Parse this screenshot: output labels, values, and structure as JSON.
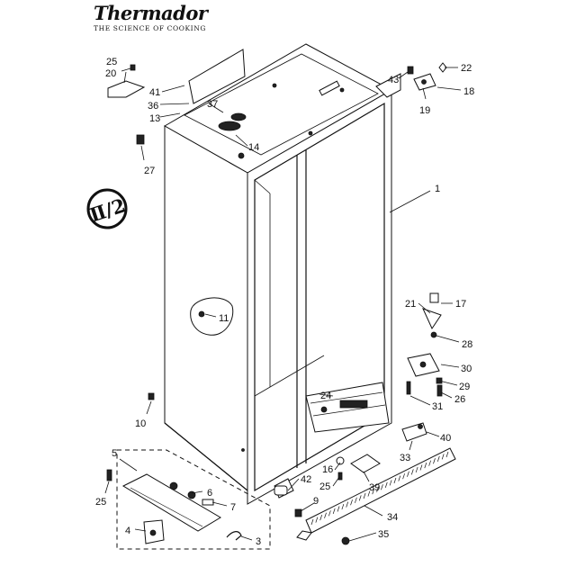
{
  "brand": {
    "name": "Thermador",
    "tagline": "THE SCIENCE OF COOKING"
  },
  "badge": {
    "text": "Ⅱ/2"
  },
  "callouts": [
    "25",
    "20",
    "41",
    "36",
    "13",
    "37",
    "14",
    "27",
    "43",
    "22",
    "18",
    "19",
    "1",
    "11",
    "21",
    "17",
    "28",
    "30",
    "29",
    "26",
    "31",
    "24",
    "40",
    "33",
    "10",
    "5",
    "25",
    "6",
    "7",
    "4",
    "3",
    "42",
    "16",
    "25",
    "9",
    "39",
    "34",
    "35"
  ]
}
